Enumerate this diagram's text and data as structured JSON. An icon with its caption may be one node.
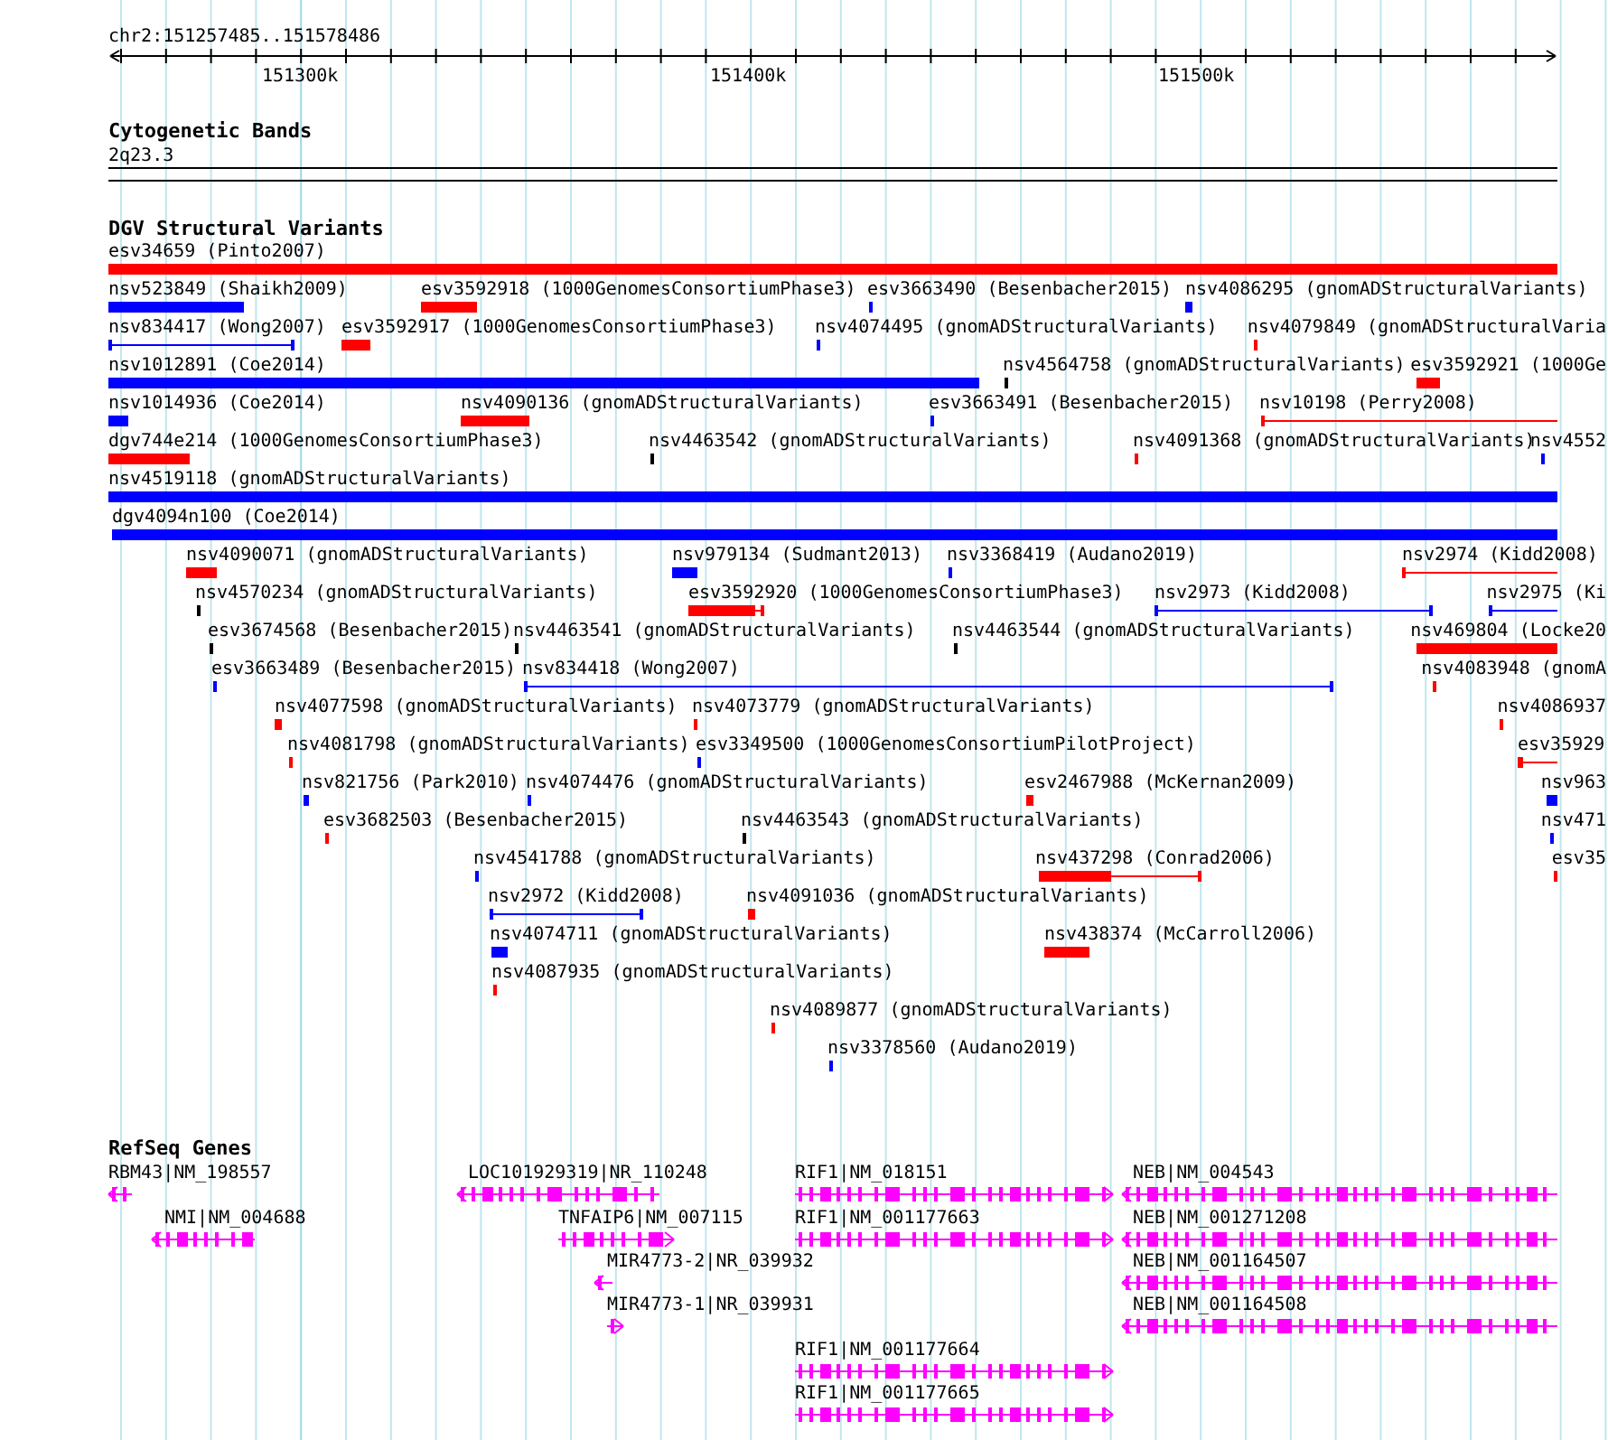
{
  "diagram": {
    "labels": [
      "chr2:151257485..151578486",
      "151300k",
      "151400k",
      "151500k",
      "Cytogenetic Bands",
      "2q23.3",
      "DGV Structural Variants",
      "esv34659 (Pinto2007)",
      "nsv523849 (Shaikh2009)",
      "esv3592918 (1000GenomesConsortiumPhase3)",
      "esv3663490 (Besenbacher2015)",
      "nsv4086295 (gnomADStructuralVariants)",
      "nsv834417 (Wong2007)",
      "esv3592917 (1000GenomesConsortiumPhase3)",
      "nsv4074495 (gnomADStructuralVariants)",
      "nsv4079849 (gnomADStructuralVaria",
      "nsv1012891 (Coe2014)",
      "nsv4564758 (gnomADStructuralVariants)",
      "esv3592921 (1000Ge",
      "nsv1014936 (Coe2014)",
      "nsv4090136 (gnomADStructuralVariants)",
      "esv3663491 (Besenbacher2015)",
      "nsv10198 (Perry2008)",
      "dgv744e214 (1000GenomesConsortiumPhase3)",
      "nsv4463542 (gnomADStructuralVariants)",
      "nsv4091368 (gnomADStructuralVariants)",
      "nsv4552",
      "nsv4519118 (gnomADStructuralVariants)",
      "dgv4094n100 (Coe2014)",
      "nsv4090071 (gnomADStructuralVariants)",
      "nsv979134 (Sudmant2013)",
      "nsv3368419 (Audano2019)",
      "nsv2974 (Kidd2008)",
      "nsv4570234 (gnomADStructuralVariants)",
      "esv3592920 (1000GenomesConsortiumPhase3)",
      "nsv2973 (Kidd2008)",
      "nsv2975 (Ki",
      "esv3674568 (Besenbacher2015)",
      "nsv4463541 (gnomADStructuralVariants)",
      "nsv4463544 (gnomADStructuralVariants)",
      "nsv469804 (Locke20",
      "esv3663489 (Besenbacher2015)",
      "nsv834418 (Wong2007)",
      "nsv4083948 (gnomA",
      "nsv4077598 (gnomADStructuralVariants)",
      "nsv4073779 (gnomADStructuralVariants)",
      "nsv4086937",
      "nsv4081798 (gnomADStructuralVariants)",
      "esv3349500 (1000GenomesConsortiumPilotProject)",
      "esv35929",
      "nsv821756 (Park2010)",
      "nsv4074476 (gnomADStructuralVariants)",
      "esv2467988 (McKernan2009)",
      "nsv963",
      "esv3682503 (Besenbacher2015)",
      "nsv4463543 (gnomADStructuralVariants)",
      "nsv471",
      "nsv4541788 (gnomADStructuralVariants)",
      "nsv437298 (Conrad2006)",
      "esv35",
      "nsv2972 (Kidd2008)",
      "nsv4091036 (gnomADStructuralVariants)",
      "nsv4074711 (gnomADStructuralVariants)",
      "nsv438374 (McCarroll2006)",
      "nsv4087935 (gnomADStructuralVariants)",
      "nsv4089877 (gnomADStructuralVariants)",
      "nsv3378560 (Audano2019)",
      "RefSeq Genes",
      "RBM43|NM_198557",
      "LOC101929319|NR_110248",
      "RIF1|NM_018151",
      "NEB|NM_004543",
      "NMI|NM_004688",
      "TNFAIP6|NM_007115",
      "RIF1|NM_001177663",
      "NEB|NM_001271208",
      "MIR4773-2|NR_039932",
      "NEB|NM_001164507",
      "MIR4773-1|NR_039931",
      "NEB|NM_001164508",
      "RIF1|NM_001177664",
      "RIF1|NM_001177665"
    ]
  }
}
